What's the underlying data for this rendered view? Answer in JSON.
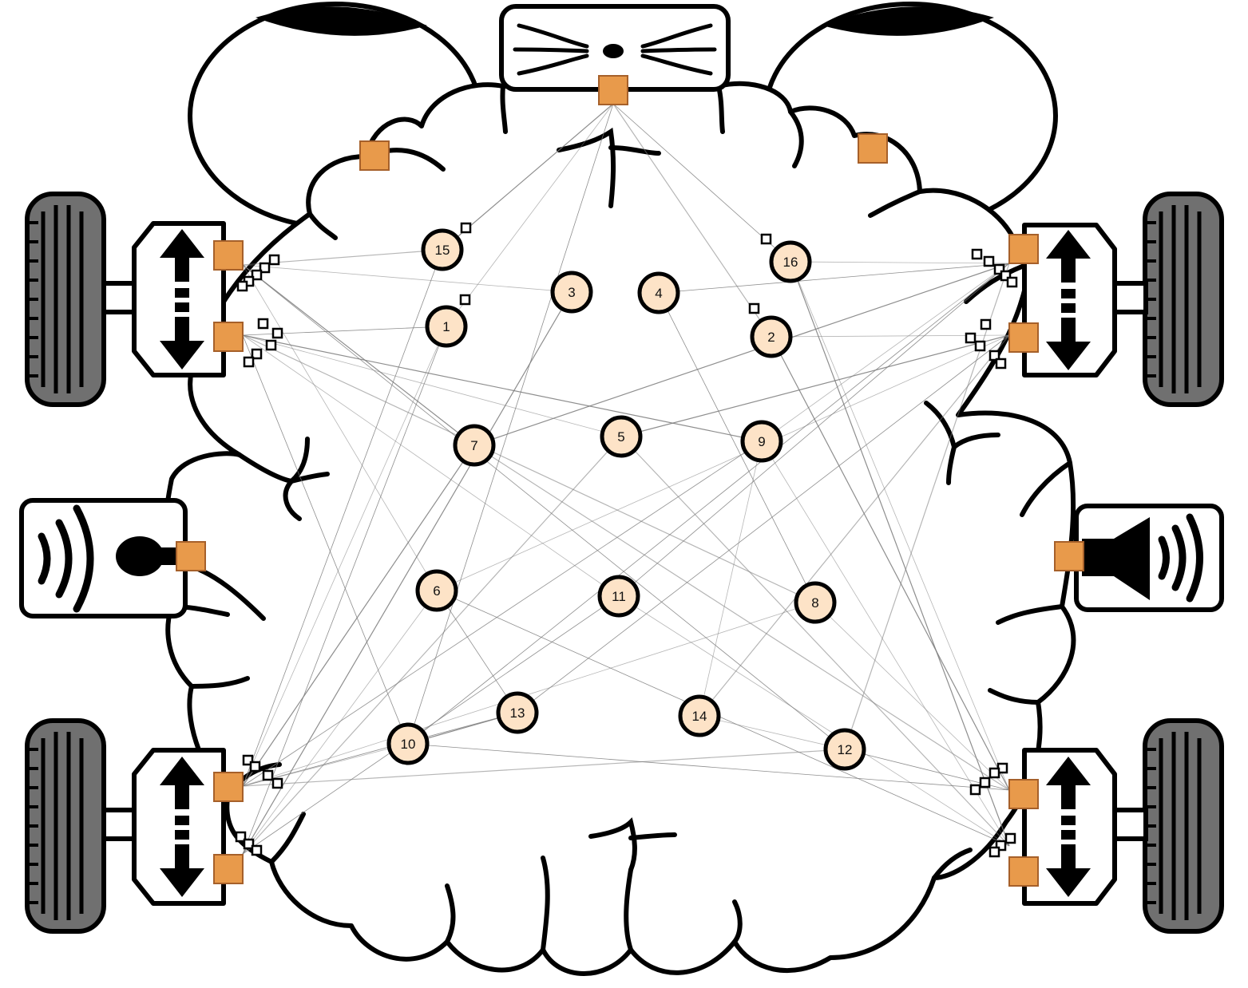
{
  "diagram": {
    "neurons": [
      {
        "id": "1",
        "label": "1"
      },
      {
        "id": "2",
        "label": "2"
      },
      {
        "id": "3",
        "label": "3"
      },
      {
        "id": "4",
        "label": "4"
      },
      {
        "id": "5",
        "label": "5"
      },
      {
        "id": "6",
        "label": "6"
      },
      {
        "id": "7",
        "label": "7"
      },
      {
        "id": "8",
        "label": "8"
      },
      {
        "id": "9",
        "label": "9"
      },
      {
        "id": "10",
        "label": "10"
      },
      {
        "id": "11",
        "label": "11"
      },
      {
        "id": "12",
        "label": "12"
      },
      {
        "id": "13",
        "label": "13"
      },
      {
        "id": "14",
        "label": "14"
      },
      {
        "id": "15",
        "label": "15"
      },
      {
        "id": "16",
        "label": "16"
      }
    ],
    "connections": [
      [
        "nose",
        "15"
      ],
      [
        "nose",
        "1"
      ],
      [
        "nose",
        "16"
      ],
      [
        "nose",
        "2"
      ],
      [
        "nose",
        "10"
      ],
      [
        "motor-fl-fwd",
        "3"
      ],
      [
        "motor-fl-fwd",
        "7"
      ],
      [
        "motor-fl-fwd",
        "6"
      ],
      [
        "motor-fl-fwd",
        "12"
      ],
      [
        "motor-fl-fwd",
        "15"
      ],
      [
        "motor-fl-bwd",
        "1"
      ],
      [
        "motor-fl-bwd",
        "5"
      ],
      [
        "motor-fl-bwd",
        "9"
      ],
      [
        "motor-fl-bwd",
        "11"
      ],
      [
        "motor-fl-bwd",
        "10"
      ],
      [
        "motor-fl-bwd",
        "8"
      ],
      [
        "motor-fr-fwd",
        "4"
      ],
      [
        "motor-fr-fwd",
        "16"
      ],
      [
        "motor-fr-fwd",
        "7"
      ],
      [
        "motor-fr-fwd",
        "9"
      ],
      [
        "motor-fr-fwd",
        "11"
      ],
      [
        "motor-fr-fwd",
        "12"
      ],
      [
        "motor-fr-fwd",
        "10"
      ],
      [
        "motor-fr-bwd",
        "2"
      ],
      [
        "motor-fr-bwd",
        "5"
      ],
      [
        "motor-fr-bwd",
        "6"
      ],
      [
        "motor-fr-bwd",
        "13"
      ],
      [
        "motor-fr-bwd",
        "14"
      ],
      [
        "motor-bl-fwd",
        "15"
      ],
      [
        "motor-bl-fwd",
        "1"
      ],
      [
        "motor-bl-fwd",
        "7"
      ],
      [
        "motor-bl-fwd",
        "10"
      ],
      [
        "motor-bl-fwd",
        "13"
      ],
      [
        "motor-bl-fwd",
        "12"
      ],
      [
        "motor-bl-fwd",
        "9"
      ],
      [
        "motor-bl-fwd",
        "8"
      ],
      [
        "motor-bl-bwd",
        "3"
      ],
      [
        "motor-bl-bwd",
        "6"
      ],
      [
        "motor-bl-bwd",
        "11"
      ],
      [
        "motor-bl-bwd",
        "5"
      ],
      [
        "motor-bl-bwd",
        "1"
      ],
      [
        "motor-br-fwd",
        "16"
      ],
      [
        "motor-br-fwd",
        "2"
      ],
      [
        "motor-br-fwd",
        "8"
      ],
      [
        "motor-br-fwd",
        "12"
      ],
      [
        "motor-br-fwd",
        "7"
      ],
      [
        "motor-br-fwd",
        "10"
      ],
      [
        "motor-br-bwd",
        "9"
      ],
      [
        "motor-br-bwd",
        "16"
      ],
      [
        "motor-br-bwd",
        "11"
      ],
      [
        "motor-br-bwd",
        "6"
      ],
      [
        "motor-br-bwd",
        "5"
      ],
      [
        "6",
        "13"
      ],
      [
        "14",
        "12"
      ],
      [
        "10",
        "13"
      ],
      [
        "9",
        "14"
      ],
      [
        "4",
        "8"
      ]
    ],
    "colors": {
      "neuron_fill": "#fde3c7",
      "neuron_stroke": "#000000",
      "sensor_fill": "#e89a4b",
      "sensor_stroke": "#a6602a",
      "outline": "#000000",
      "tire": "#707070",
      "connection": "#7a7a7a"
    },
    "icons": {
      "microphone": "microphone-icon",
      "speaker": "speaker-icon",
      "nose": "nose-icon",
      "eyes": "eye-icon",
      "wheels": "wheel-icon",
      "motor_arrows": "up-down-arrows-icon"
    }
  }
}
